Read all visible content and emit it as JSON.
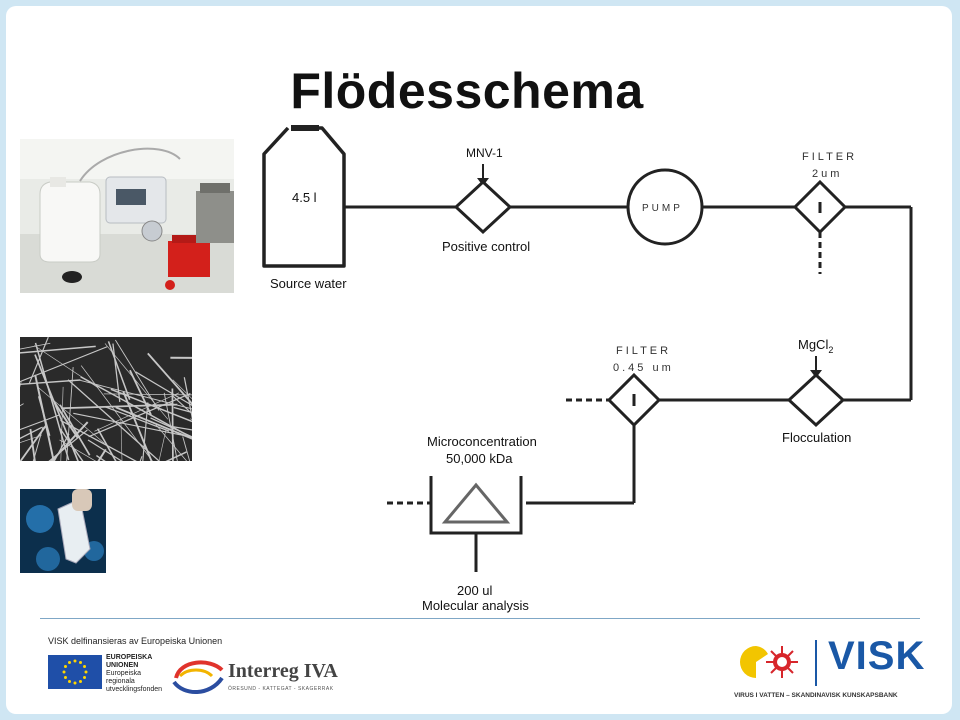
{
  "title": "Flödesschema",
  "nodes": {
    "bottle_volume": "4.5 l",
    "mnv_label": "MNV-1",
    "positive_control": "Positive control",
    "pump": "PUMP",
    "filter1_label": "FILTER",
    "filter1_size": "2um",
    "source_water": "Source water",
    "filter2_label": "FILTER",
    "filter2_size": "0.45 um",
    "mgcl_main": "MgCl",
    "mgcl_sub": "2",
    "flocculation": "Flocculation",
    "micro_line1": "Microconcentration",
    "micro_line2": "50,000 kDa",
    "analysis_line1": "200 ul",
    "analysis_line2": "Molecular analysis"
  },
  "photos": {
    "lab_setup": "lab equipment photo",
    "fibers": "filter fiber microscopy",
    "tube": "sample tube photo"
  },
  "footer": {
    "funding": "VISK delfinansieras av Europeiska Unionen",
    "eu_line1": "EUROPEISKA",
    "eu_line2": "UNIONEN",
    "eu_line3": "Europeiska",
    "eu_line4": "regionala",
    "eu_line5": "utvecklingsfonden",
    "interreg": "Interreg IVA",
    "interreg_sub": "ÖRESUND - KATTEGAT - SKAGERRAK",
    "visk": "VISK",
    "visk_tagline": "VIRUS I VATTEN – SKANDINAVISK KUNSKAPSBANK"
  },
  "colors": {
    "background_border": "#cfe6f3",
    "visk_blue": "#1a58a6",
    "visk_yellow": "#f2c500",
    "visk_red": "#d7262b",
    "eu_blue": "#1f4fa8"
  }
}
